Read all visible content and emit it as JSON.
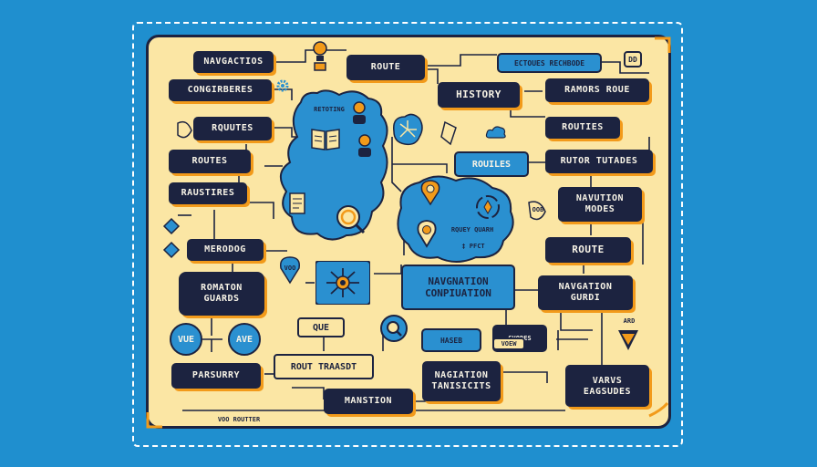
{
  "nodes": {
    "navgactios": "NAVGACTIOS",
    "route_top": "ROUTE",
    "ectoues_rechbode": "ECTOUES RECHBODE",
    "congirberes": "CONGIRBERES",
    "history": "HISTORY",
    "ramors_roue": "RAMORS ROUE",
    "rquutes": "RQUUTES",
    "routies": "ROUTIES",
    "routes": "ROUTES",
    "rouiles": "ROUILES",
    "rutor_tutades": "RUTOR TUTADES",
    "raustires": "RAUSTIRES",
    "navution_modes": "NAVUTION MODES",
    "merodog": "MERODOG",
    "route_right": "ROUTE",
    "romaton_guards": "ROMATON GUARDS",
    "navgnation_conpiuation": "NAVGNATION CONPIUATION",
    "navgation_gurdi": "NAVGATION GURDI",
    "vue_circle": "VUE",
    "ave_circle": "AVE",
    "que": "QUE",
    "haseb": "HASEB",
    "svodes": "SVODES",
    "voew": "VOEW",
    "parsurry": "PARSURRY",
    "rout_traasdt": "ROUT TRAASDT",
    "nagiation_tanisicits": "NAGIATION TANISICITS",
    "varvs_eagsudes": "VARVS EAGSUDES",
    "manstion": "MANSTION"
  },
  "tiny_labels": {
    "retoting": "RETOTING",
    "rquey_quarh": "RQUEY QUARH",
    "xpect": "‡ PFCT",
    "voo_pin": "VOO",
    "oob": "OOB",
    "ard": "ARD",
    "dd": "DD",
    "vgc_bottom": "VOO ROUTTER"
  },
  "colors": {
    "background": "#1f8fcf",
    "board": "#fbe6a4",
    "navy": "#1c2340",
    "accent_orange": "#f29a1a",
    "blue": "#2a90d0"
  },
  "icons": [
    "book-icon",
    "gear-icon",
    "map-pin-icon",
    "magnifier-icon",
    "lightbulb-icon",
    "person-icon",
    "network-icon",
    "cloud-icon",
    "compass-icon",
    "funnel-icon"
  ]
}
